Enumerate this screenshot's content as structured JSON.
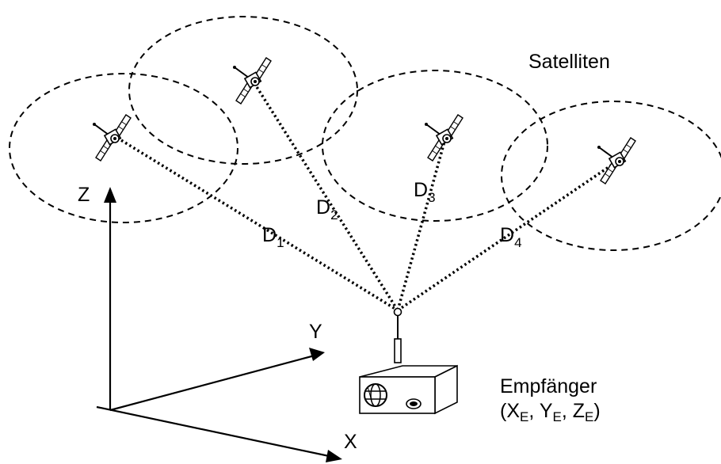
{
  "satellites_label": "Satelliten",
  "distances": [
    {
      "main": "D",
      "sub": "1"
    },
    {
      "main": "D",
      "sub": "2"
    },
    {
      "main": "D",
      "sub": "3"
    },
    {
      "main": "D",
      "sub": "4"
    }
  ],
  "axes": {
    "x": "X",
    "y": "Y",
    "z": "Z"
  },
  "receiver": {
    "label": "Empfänger",
    "open_paren": "(",
    "close_paren": ")",
    "coords": [
      {
        "main": "X",
        "sub": "E",
        "sep": ", "
      },
      {
        "main": "Y",
        "sub": "E",
        "sep": ", "
      },
      {
        "main": "Z",
        "sub": "E",
        "sep": ""
      }
    ]
  }
}
